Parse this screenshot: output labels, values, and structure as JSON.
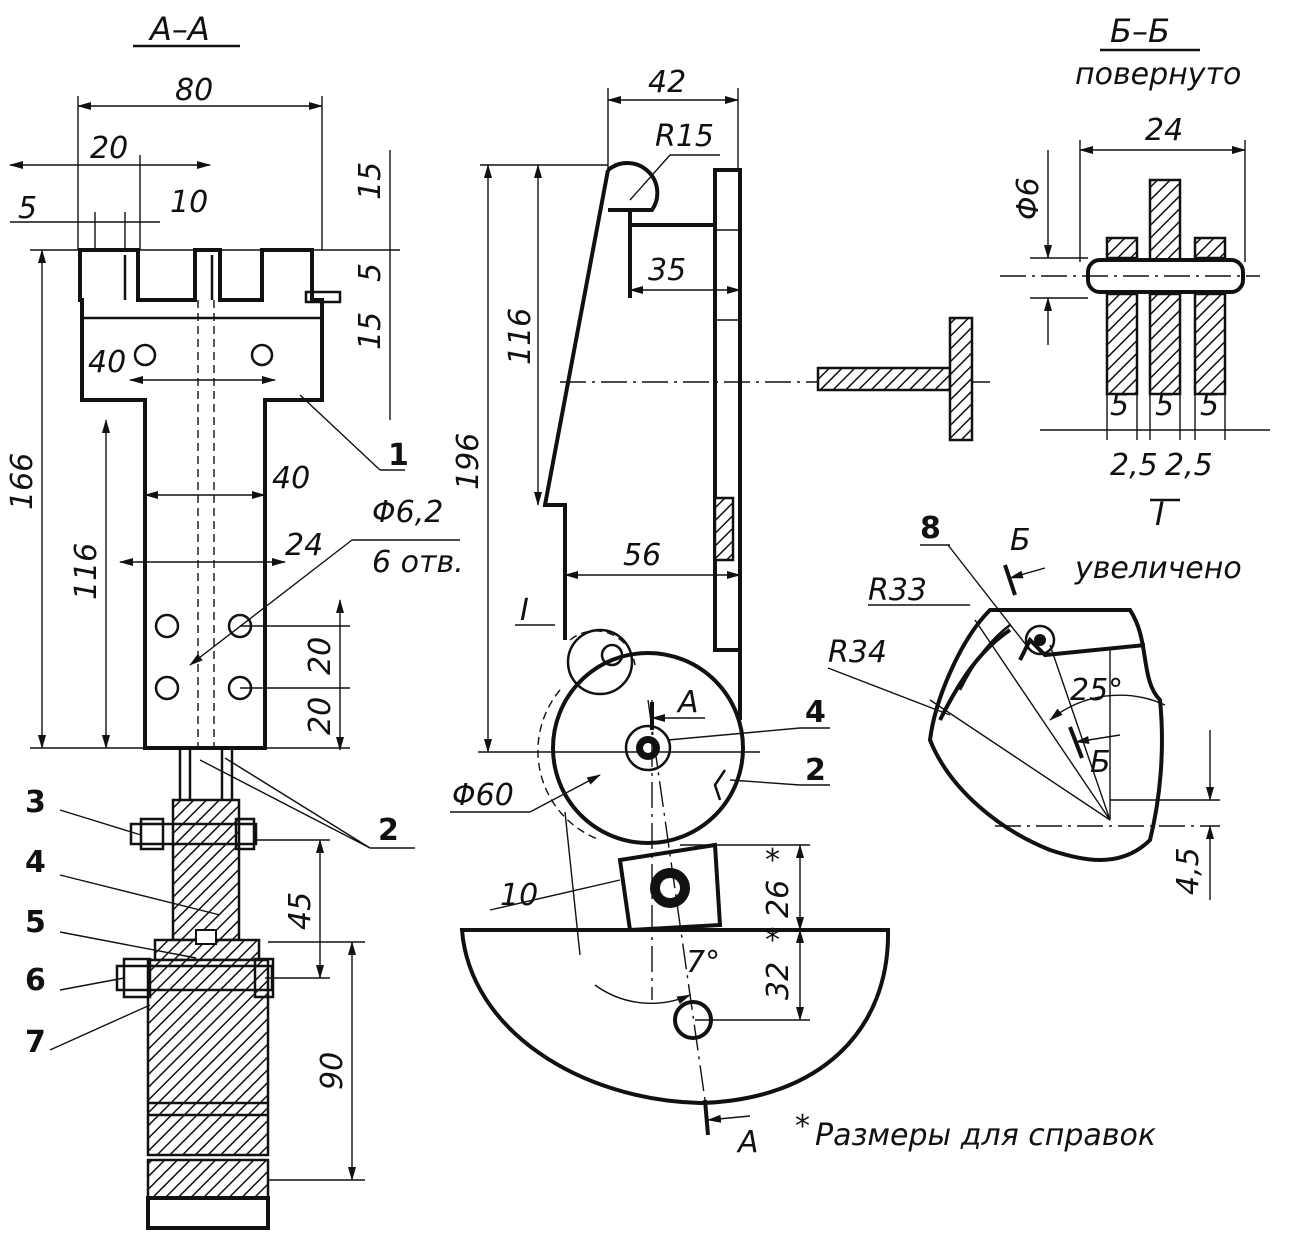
{
  "views": {
    "section_aa": {
      "title": "А–А"
    },
    "section_bb": {
      "title": "Б–Б",
      "subtitle": "повернуто"
    },
    "detail_i": {
      "title": "I",
      "subtitle": "увеличено"
    }
  },
  "dims": {
    "d80": "80",
    "d20": "20",
    "d5": "5",
    "d10": "10",
    "d15a": "15",
    "d5b": "5",
    "d15b": "15",
    "d40a": "40",
    "d166": "166",
    "d116a": "116",
    "d40b": "40",
    "d24a": "24",
    "hole": "Φ6,2",
    "hole_count": "6 отв.",
    "d20a": "20",
    "d20b": "20",
    "d45": "45",
    "d90": "90",
    "d42": "42",
    "r15": "R15",
    "d35": "35",
    "d116b": "116",
    "d196": "196",
    "d56": "56",
    "cut_i": "I",
    "cut_a1": "А",
    "cut_a2": "А",
    "phi60": "Φ60",
    "d10b": "10",
    "d26": "26",
    "d32": "32",
    "ang7": "7°",
    "star": "*",
    "d24b": "24",
    "phi6": "Φ6",
    "d5x": "5",
    "d5y": "5",
    "d5z": "5",
    "d25a": "2,5",
    "d25b": "2,5",
    "r33": "R33",
    "r34": "R34",
    "ang25": "25°",
    "cut_b1": "Б",
    "cut_b2": "Б",
    "d45b": "4,5"
  },
  "parts": {
    "p1": "1",
    "p2a": "2",
    "p2b": "2",
    "p3": "3",
    "p4a": "4",
    "p4b": "4",
    "p5": "5",
    "p6": "6",
    "p7": "7",
    "p8": "8"
  },
  "note": "Размеры для справок"
}
